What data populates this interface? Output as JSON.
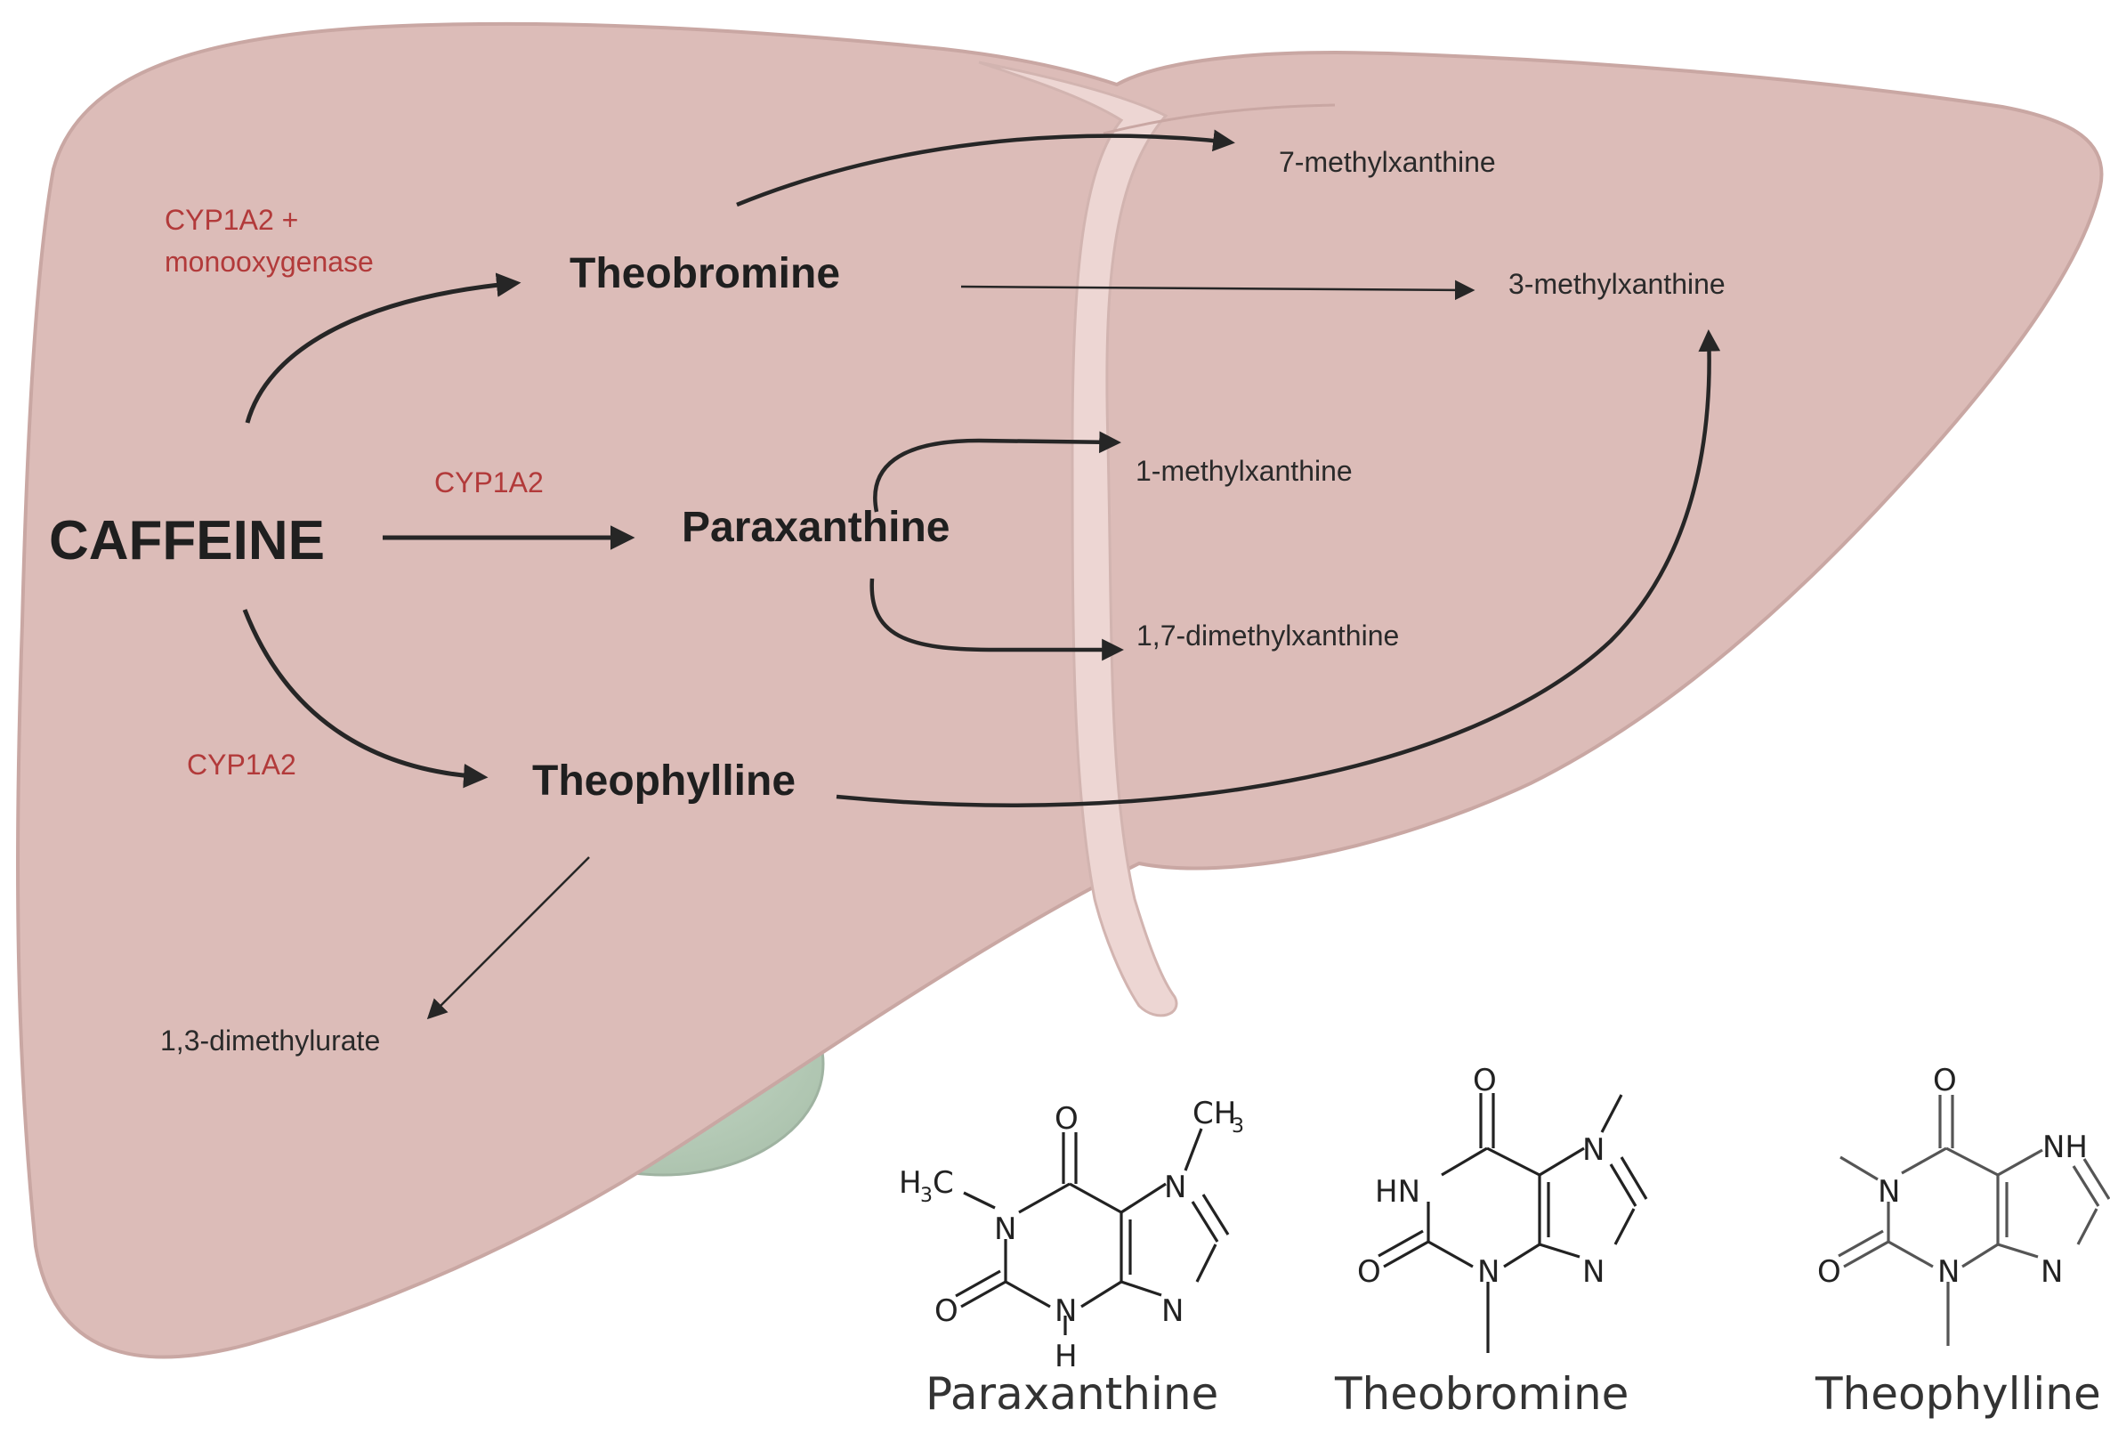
{
  "main_compound": "CAFFEINE",
  "compounds": {
    "theobromine": "Theobromine",
    "paraxanthine": "Paraxanthine",
    "theophylline": "Theophylline"
  },
  "enzymes": {
    "theobromine_line1": "CYP1A2 +",
    "theobromine_line2": "monooxygenase",
    "paraxanthine": "CYP1A2",
    "theophylline": "CYP1A2"
  },
  "metabolites": {
    "m7": "7-methylxanthine",
    "m3": "3-methylxanthine",
    "m1": "1-methylxanthine",
    "m17": "1,7-dimethylxanthine",
    "m13u": "1,3-dimethylurate"
  },
  "structures": {
    "captions": [
      "Paraxanthine",
      "Theobromine",
      "Theophylline"
    ],
    "atom_labels": {
      "O": "O",
      "N": "N",
      "H": "H",
      "HN": "HN",
      "NH": "NH",
      "H3C": "H",
      "CH3": "CH",
      "sub3": "3"
    }
  },
  "colors": {
    "liver": "#dcbcb8",
    "liver_edge": "#c9a7a3",
    "ligament": "#edd6d3",
    "gallbladder": "#b6cbb8",
    "arrow": "#262626",
    "enzyme": "#b23a3a"
  }
}
